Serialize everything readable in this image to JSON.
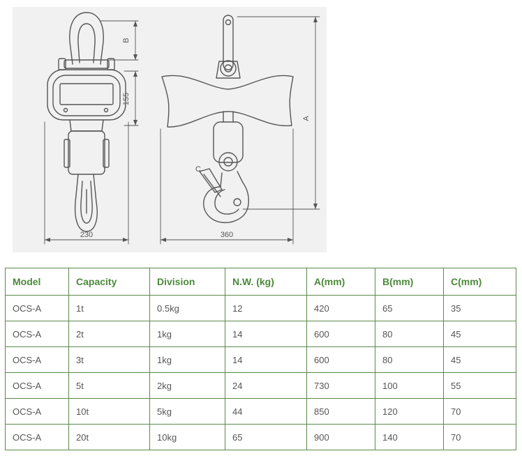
{
  "drawing": {
    "dim_b": "B",
    "dim_155": "155",
    "dim_230": "230",
    "dim_360": "360",
    "dim_a": "A",
    "dim_c": "C"
  },
  "table": {
    "headers": [
      "Model",
      "Capacity",
      "Division",
      "N.W. (kg)",
      "A(mm)",
      "B(mm)",
      "C(mm)"
    ],
    "rows": [
      [
        "OCS-A",
        "1t",
        "0.5kg",
        "12",
        "420",
        "65",
        "35"
      ],
      [
        "OCS-A",
        "2t",
        "1kg",
        "14",
        "600",
        "80",
        "45"
      ],
      [
        "OCS-A",
        "3t",
        "1kg",
        "14",
        "600",
        "80",
        "45"
      ],
      [
        "OCS-A",
        "5t",
        "2kg",
        "24",
        "730",
        "100",
        "55"
      ],
      [
        "OCS-A",
        "10t",
        "5kg",
        "44",
        "850",
        "120",
        "70"
      ],
      [
        "OCS-A",
        "20t",
        "10kg",
        "65",
        "900",
        "140",
        "70"
      ]
    ]
  }
}
